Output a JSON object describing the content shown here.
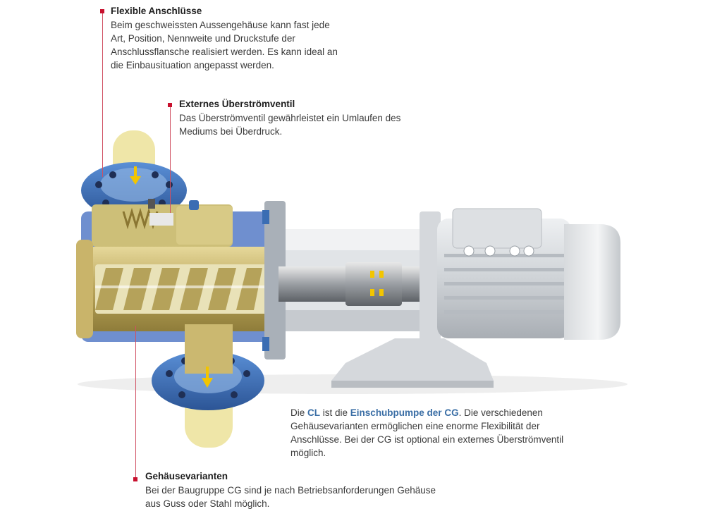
{
  "callouts": {
    "flexible": {
      "title": "Flexible Anschlüsse",
      "lines": [
        "Beim geschweissten Aussengehäuse kann fast jede",
        "Art, Position, Nennweite und Druckstufe der",
        "Anschlussflansche realisiert werden. Es kann ideal an",
        "die Einbausituation angepasst werden."
      ]
    },
    "valve": {
      "title": "Externes Überströmventil",
      "lines": [
        "Das Überströmventil gewährleistet ein Umlaufen des",
        "Mediums bei Überdruck."
      ]
    },
    "housing": {
      "title": "Gehäusevarianten",
      "lines": [
        "Bei der Baugruppe CG sind je nach Betriebsanforderungen Gehäuse",
        "aus Guss oder Stahl möglich."
      ]
    }
  },
  "description": {
    "part1": "Die ",
    "cl": "CL",
    "part2": " ist die ",
    "highlight": "Einschubpumpe der CG",
    "part3": ". Die verschiedenen",
    "line2": "Gehäusevarianten ermöglichen eine enorme Flexibilität der",
    "line3": "Anschlüsse. Bei der CG ist optional ein externes Überströmventil",
    "line4": "möglich."
  },
  "colors": {
    "accent": "#c8102e",
    "highlight": "#3a6ea5",
    "flange_blue": "#3b6db3",
    "brass": "#c8b56a",
    "pipe_yellow": "#efe6a8",
    "motor_gray": "#cfd2d6",
    "arrow_yellow": "#f2c500"
  }
}
